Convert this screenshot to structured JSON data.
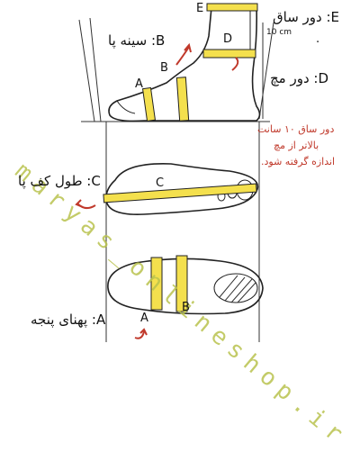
{
  "watermark": "maryas_onlineshop.ir",
  "labels": {
    "E": "E: دور ساق",
    "dot": ".",
    "cm": "10 cm",
    "B": "B: سینه پا",
    "D": "D: دور مچ",
    "C": "C: طول کف پا",
    "A": "A: پهنای پنجه",
    "note1": "دور ساق ۱۰ سانت",
    "note2": "بالاتر از مچ",
    "note3": "اندازه گرفته شود."
  },
  "markers": {
    "A_top": "A",
    "B_top": "B",
    "D_top": "D",
    "E_top": "E",
    "C_mid": "C",
    "A_bottom": "A",
    "B_bottom": "B"
  },
  "colors": {
    "tape": "#f4e04d",
    "arrow": "#c0392b",
    "watermark": "#b9c34e",
    "outline": "#222222"
  }
}
